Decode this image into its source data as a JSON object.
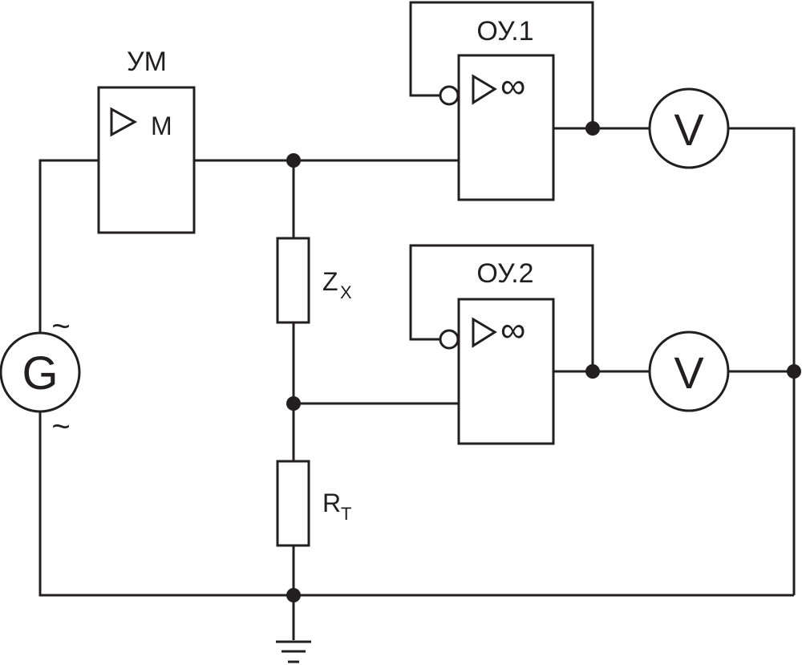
{
  "labels": {
    "amplifier_title": "УМ",
    "amplifier_symbol": "M",
    "opamp1_title": "ОУ.1",
    "opamp2_title": "ОУ.2",
    "opamp_symbol": "∞",
    "generator": "G",
    "tilde": "~",
    "voltmeter": "V",
    "zx_main": "Z",
    "zx_sub": "X",
    "rt_main": "R",
    "rt_sub": "T"
  },
  "colors": {
    "ink": "#231f20",
    "background": "#ffffff"
  }
}
